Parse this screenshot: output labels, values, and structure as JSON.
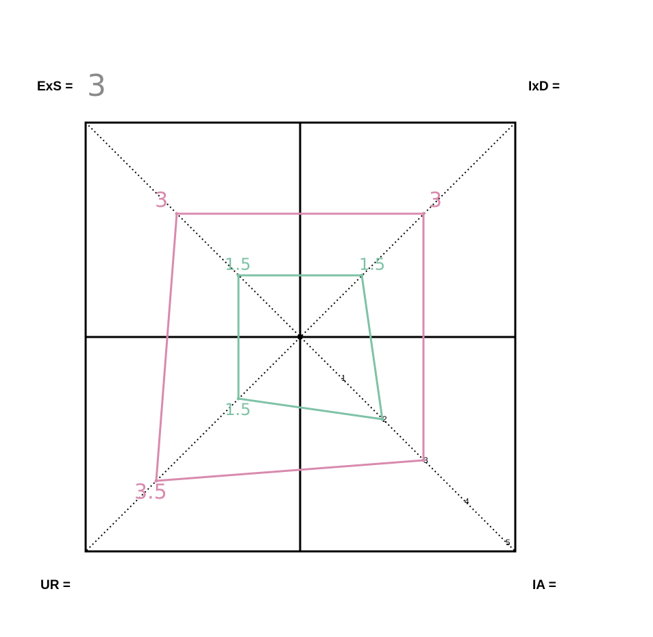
{
  "labels": {
    "exs": "ExS =",
    "exs_value": "3",
    "ixd": "IxD =",
    "ur": "UR =",
    "ia": "IA ="
  },
  "scale_ticks": [
    "1",
    "2",
    "3",
    "4",
    "5"
  ],
  "colors": {
    "outer_shape": "#d98aae",
    "inner_shape": "#7fc2a6",
    "axes": "#000000"
  },
  "chart_data": {
    "type": "radar",
    "axes": [
      "ExS",
      "IxD",
      "IA",
      "UR"
    ],
    "scale_max": 5,
    "series": [
      {
        "values": [
          3,
          3,
          3,
          3.5
        ],
        "value_labels": [
          "3",
          "3",
          "",
          "3.5"
        ]
      },
      {
        "values": [
          1.5,
          1.5,
          2,
          1.5
        ],
        "value_labels": [
          "1.5",
          "1.5",
          "",
          "1.5"
        ]
      }
    ]
  }
}
